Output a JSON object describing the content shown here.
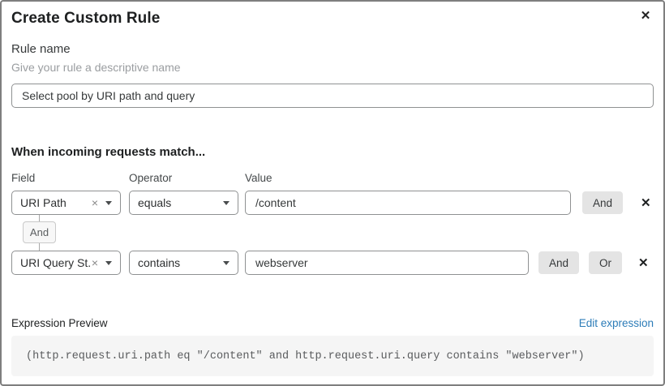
{
  "dialog": {
    "title": "Create Custom Rule",
    "close_glyph": "✕"
  },
  "rule_name": {
    "label": "Rule name",
    "helper": "Give your rule a descriptive name",
    "value": "Select pool by URI path and query"
  },
  "match": {
    "heading": "When incoming requests match...",
    "column_labels": {
      "field": "Field",
      "operator": "Operator",
      "value": "Value"
    },
    "rows": [
      {
        "field": "URI Path",
        "operator": "equals",
        "value": "/content",
        "and_label": "And",
        "delete_glyph": "✕",
        "clear_glyph": "×"
      },
      {
        "field": "URI Query St...",
        "operator": "contains",
        "value": "webserver",
        "and_label": "And",
        "or_label": "Or",
        "delete_glyph": "✕",
        "clear_glyph": "×"
      }
    ],
    "connector_label": "And"
  },
  "expression": {
    "label": "Expression Preview",
    "edit_link": "Edit expression",
    "code": "(http.request.uri.path eq \"/content\" and http.request.uri.query contains \"webserver\")"
  },
  "colors": {
    "link": "#2c7cb8",
    "conj_button_bg": "#e4e4e4",
    "code_bg": "#f5f5f5",
    "border_gray": "#8f9192"
  }
}
